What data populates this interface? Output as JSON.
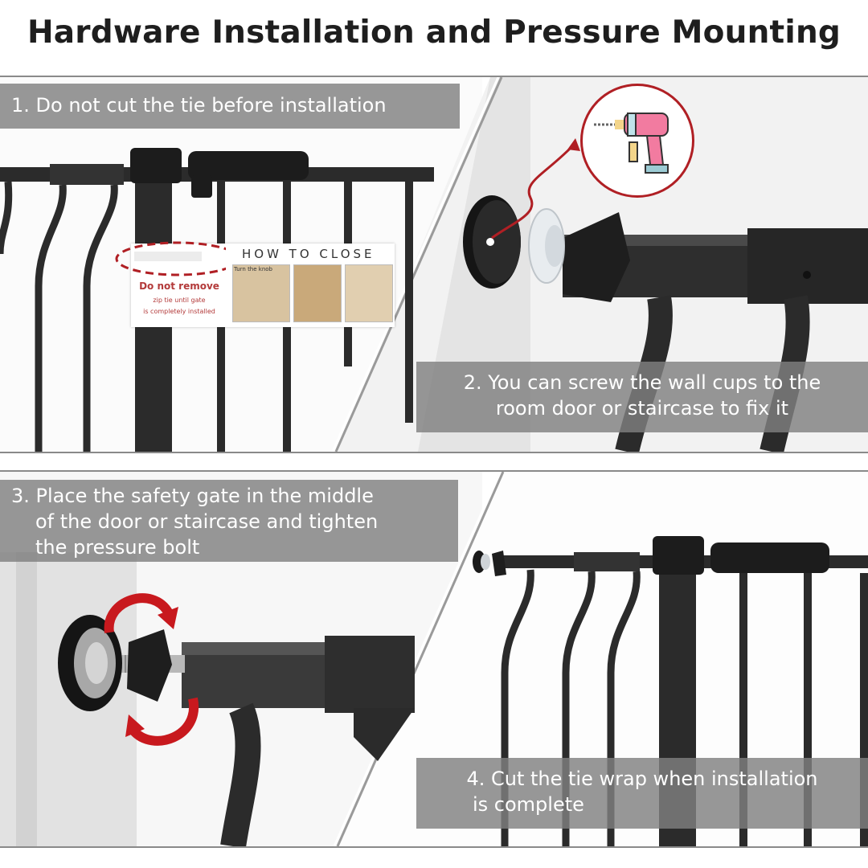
{
  "title": "Hardware Installation and Pressure Mounting",
  "steps": [
    {
      "lines": [
        "1. Do not cut the tie before installation"
      ]
    },
    {
      "lines": [
        "2. You can screw the wall cups to the",
        "room door or staircase to fix it"
      ]
    },
    {
      "lines": [
        "3. Place the safety gate in the middle",
        "of the door or staircase and tighten",
        "the pressure bolt"
      ]
    },
    {
      "lines": [
        "4. Cut the tie wrap when installation",
        "is complete"
      ]
    }
  ],
  "zip_label": {
    "warning": "Do not remove",
    "line2": "zip tie until gate",
    "line3": "is completely installed",
    "how_to": "HOW TO CLOSE",
    "photo_caption": "Turn the knob"
  },
  "icons": {
    "drill": "drill-icon",
    "rotate": "rotate-arrows-icon",
    "wall_cup": "wall-cup-icon"
  },
  "colors": {
    "accent_red": "#b01f24",
    "caption_bg": "#808080",
    "gate_metal": "#2b2b2b"
  }
}
